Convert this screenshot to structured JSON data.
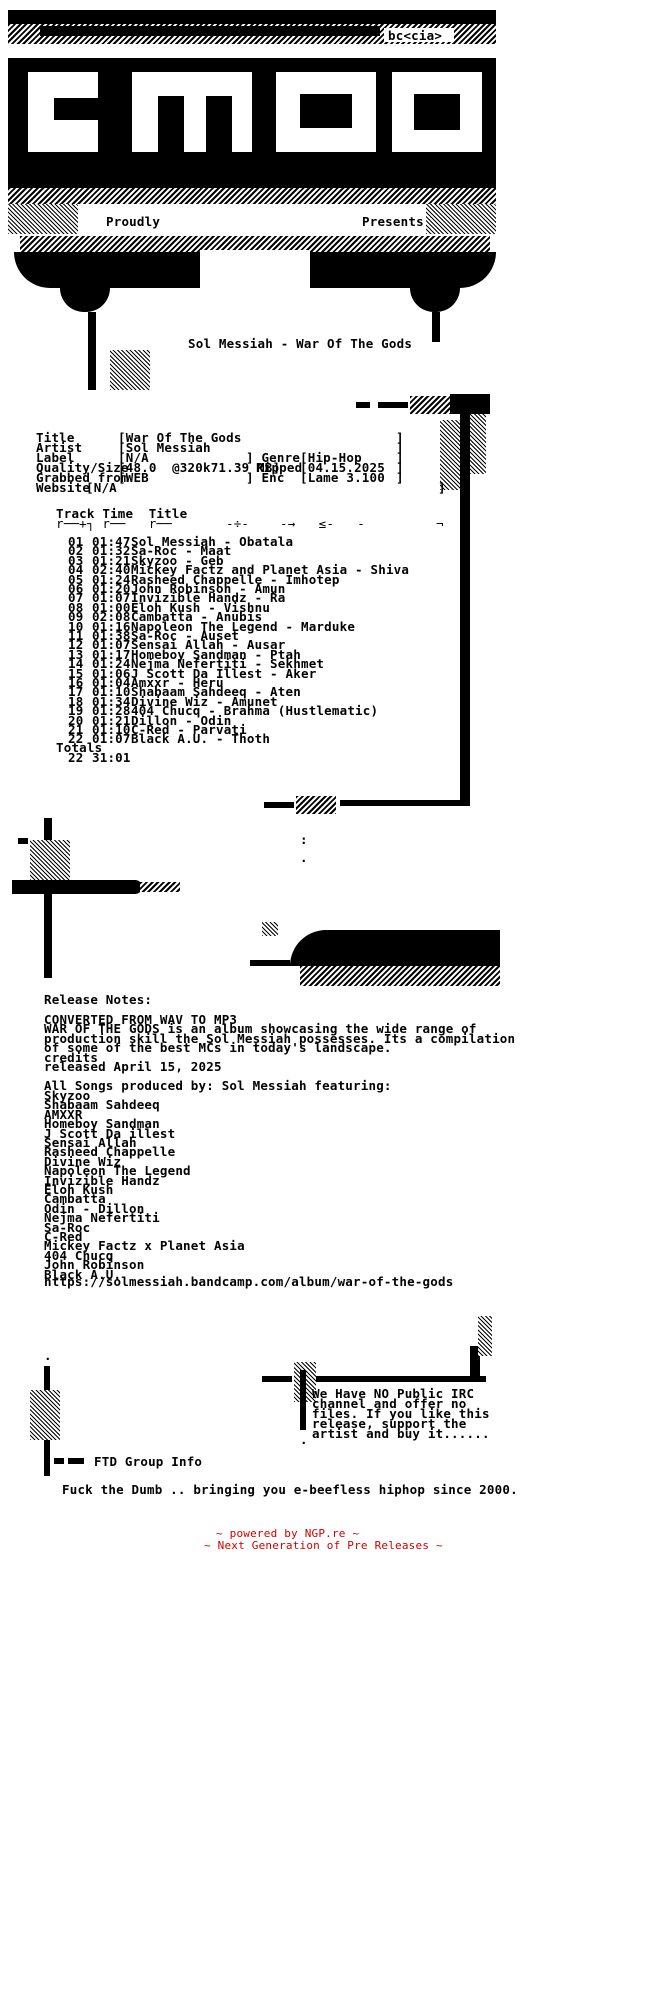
{
  "header": {
    "bc_tag": "bc<cia>",
    "proudly": "Proudly",
    "presents": "Presents",
    "release_title": "Sol Messiah - War Of The Gods"
  },
  "info": {
    "title_label": "Title",
    "title_value": "[War Of The Gods",
    "artist_label": "Artist",
    "artist_value": "[Sol Messiah",
    "label_label": "Label",
    "label_value": "[N/A",
    "genre_label": "] Genre",
    "genre_value": "[Hip-Hop",
    "quality_label": "Quality/Size",
    "quality_value": "[48.0  @320k71.39 MB]",
    "ripped_label": "Ripped",
    "ripped_value": "[04.15.2025",
    "grabbed_label": "Grabbed from",
    "grabbed_value": "[WEB",
    "enc_label": "] Enc",
    "enc_value": "[Lame 3.100",
    "website_label": "Website",
    "website_value": "[N/A"
  },
  "tracklist": {
    "header": "Track Time  Title",
    "header_rule": "r──+┐ r──   r──       -÷-    -→   ≤-   -",
    "tracks": [
      {
        "num": "01",
        "time": "01:47",
        "title": "Sol Messiah - Obatala"
      },
      {
        "num": "02",
        "time": "01:32",
        "title": "Sa-Roc - Maat"
      },
      {
        "num": "03",
        "time": "01:21",
        "title": "Skyzoo - Geb"
      },
      {
        "num": "04",
        "time": "02:40",
        "title": "Mickey Factz and Planet Asia - Shiva"
      },
      {
        "num": "05",
        "time": "01:24",
        "title": "Rasheed Chappelle - Imhotep"
      },
      {
        "num": "06",
        "time": "01:20",
        "title": "John Robinson - Amun"
      },
      {
        "num": "07",
        "time": "01:07",
        "title": "Invizible Handz - Ra"
      },
      {
        "num": "08",
        "time": "01:00",
        "title": "Eloh Kush - Vishnu"
      },
      {
        "num": "09",
        "time": "02:08",
        "title": "Cambatta - Anubis"
      },
      {
        "num": "10",
        "time": "01:16",
        "title": "Napoleon The Legend - Marduke"
      },
      {
        "num": "11",
        "time": "01:38",
        "title": "Sa-Roc - Auset"
      },
      {
        "num": "12",
        "time": "01:07",
        "title": "Sensai Allah - Ausar"
      },
      {
        "num": "13",
        "time": "01:17",
        "title": "Homeboy Sandman - Ptah"
      },
      {
        "num": "14",
        "time": "01:24",
        "title": "Nejma Nefertiti - Sekhmet"
      },
      {
        "num": "15",
        "time": "01:06",
        "title": "J Scott Da Illest - Aker"
      },
      {
        "num": "16",
        "time": "01:04",
        "title": "Amxxr - Heru"
      },
      {
        "num": "17",
        "time": "01:10",
        "title": "Shabaam Sahdeeq - Aten"
      },
      {
        "num": "18",
        "time": "01:34",
        "title": "Divine Wiz - Amunet"
      },
      {
        "num": "19",
        "time": "01:28",
        "title": "404 Chucq - Brahma (Hustlematic)"
      },
      {
        "num": "20",
        "time": "01:21",
        "title": "Dillon - Odin"
      },
      {
        "num": "21",
        "time": "01:10",
        "title": "C-Red - Parvati"
      },
      {
        "num": "22",
        "time": "01:07",
        "title": "Black A.U. - Thoth"
      }
    ],
    "totals_label": "Totals",
    "totals_count": "22",
    "totals_time": "31:01"
  },
  "notes": {
    "heading": "Release Notes:",
    "lines": [
      "CONVERTED FROM WAV TO MP3",
      "WAR OF THE GODS is an album showcasing the wide range of",
      "production skill the Sol Messiah possesses. Its a compilation",
      "of some of the best MCs in today's landscape.",
      "credits",
      "released April 15, 2025"
    ],
    "credits_heading": "All Songs produced by: Sol Messiah featuring:",
    "credits": [
      "Skyzoo",
      "Shabaam Sahdeeq",
      "AMXXR",
      "Homeboy Sandman",
      "J Scott Da illest",
      "Sensai Allah",
      "Rasheed Chappelle",
      "Divine Wiz",
      "Napoleon The Legend",
      "Invizible Handz",
      "Eloh Kush",
      "Cambatta",
      "Odin - Dillon",
      "Nejma Nefertiti",
      "Sa-Roc",
      "C-Red",
      "Mickey Factz x Planet Asia",
      "404 Chucq",
      "John Robinson",
      "Black A.U."
    ],
    "url": "https://solmessiah.bandcamp.com/album/war-of-the-gods"
  },
  "footer": {
    "irc_lines": [
      "We Have NO Public IRC",
      "channel and offer no",
      "files. If you like this",
      "release, support the",
      "artist and buy it......"
    ],
    "group_info": "FTD Group Info",
    "tagline": "Fuck the Dumb .. bringing you e-beefless hiphop since 2000.",
    "powered_by": "~ powered by NGP.re ~",
    "next_gen": "~ Next Generation of Pre Releases ~"
  },
  "colors": {
    "ink": "#000000",
    "paper": "#ffffff",
    "accent_red": "#d00000"
  }
}
